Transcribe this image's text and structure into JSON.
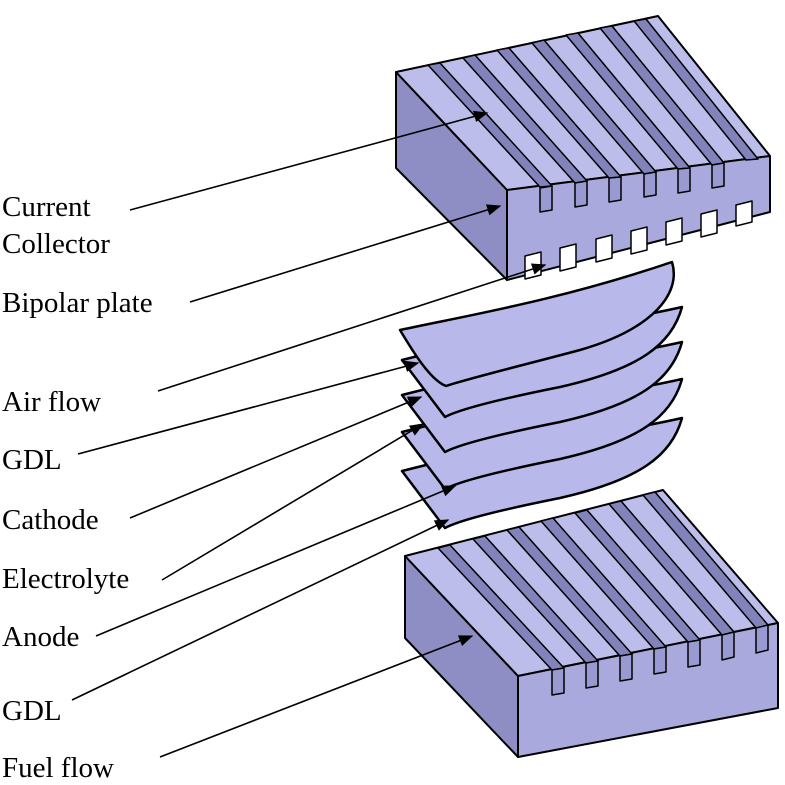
{
  "labels": {
    "current_collector_line1": "Current",
    "current_collector_line2": "Collector",
    "bipolar_plate": "Bipolar plate",
    "air_flow": "Air flow",
    "gdl_top": "GDL",
    "cathode": "Cathode",
    "electrolyte": "Electrolyte",
    "anode": "Anode",
    "gdl_bottom": "GDL",
    "fuel_flow": "Fuel flow"
  },
  "colors": {
    "plate_face": "#B3B3E6",
    "plate_side": "#8E8EC4",
    "plate_top": "#C4C4EE",
    "outline": "#000000",
    "background": "#FFFFFF"
  }
}
